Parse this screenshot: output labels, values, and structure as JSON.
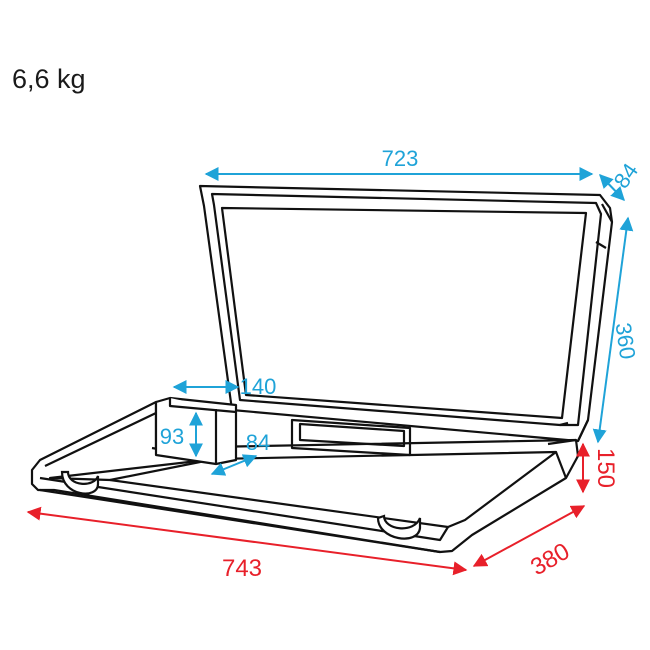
{
  "weight": "6,6 kg",
  "colors": {
    "lid_dimensions": "#1fa3d8",
    "base_dimensions": "#e8202a",
    "outline": "#111111"
  },
  "dimensions": {
    "lid_width": "723",
    "lid_depth": "84",
    "lid_height": "360",
    "compartment_width": "140",
    "compartment_height": "93",
    "compartment_depth": "84",
    "base_height": "150",
    "base_width": "743",
    "base_depth": "380"
  }
}
